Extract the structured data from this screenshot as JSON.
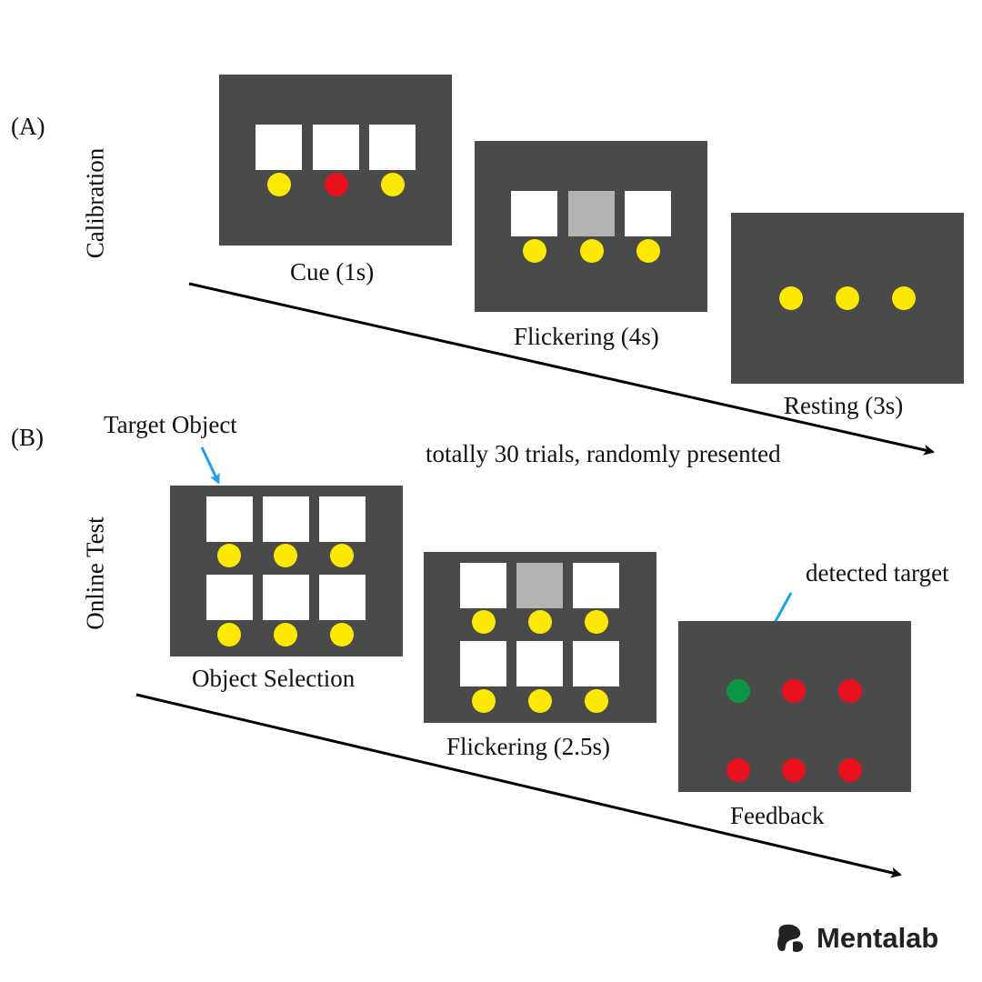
{
  "section_a": {
    "label": "(A)",
    "row_label": "Calibration",
    "cue_caption": "Cue (1s)",
    "flicker_caption": "Flickering (4s)",
    "resting_caption": "Resting (3s)",
    "trials_note": "totally 30 trials, randomly presented"
  },
  "section_b": {
    "label": "(B)",
    "row_label": "Online Test",
    "target_annotation": "Target Object",
    "selection_caption": "Object Selection",
    "flicker_caption": "Flickering (2.5s)",
    "detected_annotation": "detected target",
    "feedback_caption": "Feedback"
  },
  "brand": {
    "name": "Mentalab",
    "logo_icon": "mentalab-logo-icon"
  },
  "colors": {
    "panel": "#4a4a4a",
    "stimulus_box": "#ffffff",
    "flicker_box": "#b3b4b2",
    "dot_yellow": "#fde803",
    "dot_red": "#e8101c",
    "dot_green": "#0c9646",
    "annotation_arrow": "#1ea0e6"
  }
}
